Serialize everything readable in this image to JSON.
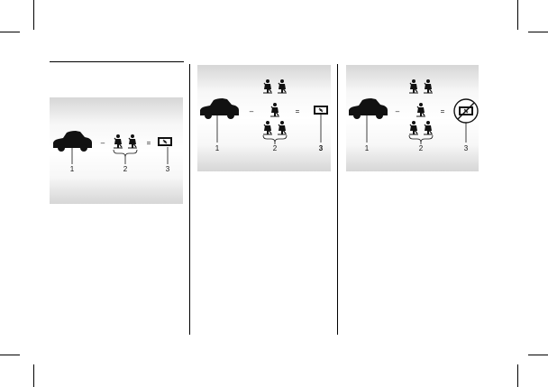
{
  "page": {
    "background": "#ffffff"
  },
  "figure1": {
    "callouts": [
      "1",
      "2",
      "3"
    ],
    "operator_minus": "–",
    "operator_equals": "=",
    "icons": [
      "car-silhouette-icon",
      "seatbelt-occupant-icon",
      "seatbelt-occupant-icon",
      "airbag-indicator-icon"
    ]
  },
  "figure2": {
    "callouts": [
      "1",
      "2",
      "3"
    ],
    "operator_minus": "–",
    "operator_equals": "=",
    "icons": [
      "car-silhouette-icon",
      "seatbelt-occupant-icon",
      "airbag-indicator-icon"
    ]
  },
  "figure3": {
    "callouts": [
      "1",
      "2",
      "3"
    ],
    "operator_minus": "–",
    "operator_equals": "=",
    "icons": [
      "car-silhouette-icon",
      "seatbelt-occupant-icon",
      "airbag-off-indicator-icon"
    ]
  }
}
